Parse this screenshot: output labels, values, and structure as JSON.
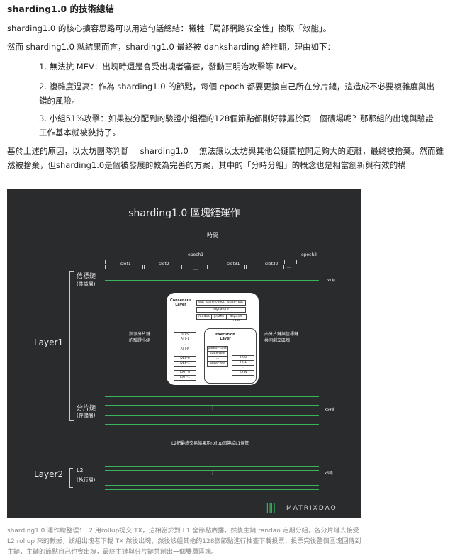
{
  "heading": "sharding1.0 的技術總結",
  "para1": "sharding1.0 的核心擴容思路可以用這句話總結：犧牲「局部網路安全性」換取「效能」。",
  "para2": "然而 sharding1.0 就結果而言，sharding1.0 最終被 danksharding 給推翻，理由如下：",
  "list": [
    "1. 無法抗 MEV：出塊時還是會受出塊者審查，發動三明治攻擊等 MEV。",
    "2. 複雜度過高：作為 sharding1.0 的節點，每個 epoch 都要更換自己所在分片鏈，這造成不必要複雜度與出錯的風險。",
    "3. 小組51%攻擊：如果被分配到的驗證小組裡的128個節點都剛好隸屬於同一個礦場呢？那那組的出塊與驗證工作基本就被狹持了。"
  ],
  "para3": "基於上述的原因，以太坊團隊判斷　 sharding1.0　 無法讓以太坊與其他公鏈間拉開足夠大的距離，最終被捨棄。然而雖然被捨棄，但sharding1.0是個被發展的較為完善的方案，其中的「分時分組」的概念也是相當創新與有效的構",
  "diagram": {
    "title": "sharding1.0 區塊鏈運作",
    "time": "時間",
    "epoch1": "epoch1",
    "epoch2": "epoch2",
    "slots": [
      "slot1",
      "slot2",
      "…",
      "slot31",
      "slot32",
      "…"
    ],
    "beacon": "信標鏈",
    "beacon_sub": "(共識層)",
    "x1": "x1條",
    "layer1": "Layer1",
    "shard": "分片鏈",
    "shard_sub": "(存儲層)",
    "x64": "x64條",
    "assign": "指派分片鏈\n的驗證小組",
    "create": "由分片鏈與信標鏈\n共同創立區塊",
    "consensus": "Consensus Layer",
    "execution": "Execution Layer",
    "cl_fields": [
      "slot",
      "parent-root",
      "state-root",
      "signature",
      "randao",
      "graffiti",
      "deposit-root"
    ],
    "att": [
      "ATT-0",
      "ATT-1",
      "...",
      "ATT-N"
    ],
    "dep": [
      "DEP-0",
      "DEP-1"
    ],
    "exit": [
      "EXIT-0",
      "EXIT-1"
    ],
    "el_fields": [
      "parent-hash",
      "state-root",
      "...",
      "base-fee"
    ],
    "tx": [
      "TX-0",
      "TX-1",
      "...",
      "TX-N"
    ],
    "l2_note": "L2把最終交易結果用rollup回傳給L1保管",
    "layer2": "Layer2",
    "l2": "L2",
    "l2_sub": "(執行層)",
    "xn": "xN條",
    "dots": "⋮",
    "logo": "MATRIXDAO"
  },
  "caption": "sharding1.0 運作總整理：L2 用rollup提交 TX，這相當於對 L1 全節點廣播，然後主鏈 randao 定期分組，各分片鏈去接受 L2 rollup 來的數據，該組出塊者下載 TX 然後出塊，然後該組其他的128個節點進行抽查下載投票，投票完後整個區塊回傳到主鏈，主鏈的節點自己也會出塊，最終主鏈與分片鏈共創出一個雙層區塊。"
}
